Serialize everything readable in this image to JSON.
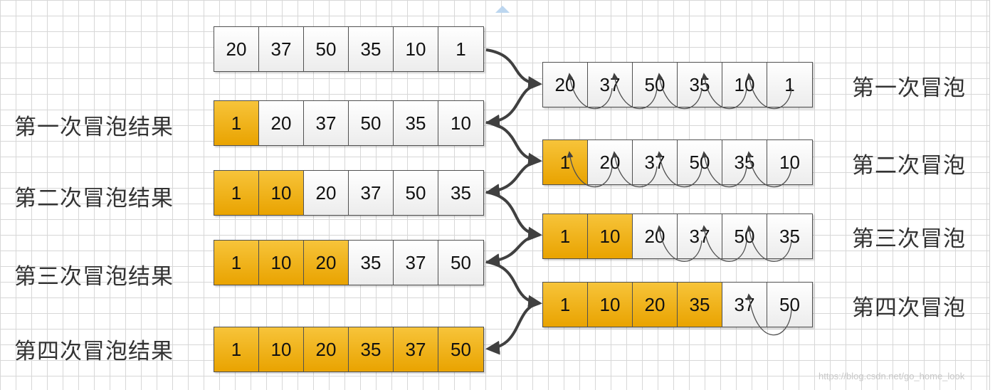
{
  "left_rows": [
    {
      "label": "",
      "cells": [
        "20",
        "37",
        "50",
        "35",
        "10",
        "1"
      ],
      "sorted": 0
    },
    {
      "label": "第一次冒泡结果",
      "cells": [
        "1",
        "20",
        "37",
        "50",
        "35",
        "10"
      ],
      "sorted": 1
    },
    {
      "label": "第二次冒泡结果",
      "cells": [
        "1",
        "10",
        "20",
        "37",
        "50",
        "35"
      ],
      "sorted": 2
    },
    {
      "label": "第三次冒泡结果",
      "cells": [
        "1",
        "10",
        "20",
        "35",
        "37",
        "50"
      ],
      "sorted": 3
    },
    {
      "label": "第四次冒泡结果",
      "cells": [
        "1",
        "10",
        "20",
        "35",
        "37",
        "50"
      ],
      "sorted": 6
    }
  ],
  "right_rows": [
    {
      "label": "第一次冒泡",
      "cells": [
        "20",
        "37",
        "50",
        "35",
        "10",
        "1"
      ],
      "sorted": 0
    },
    {
      "label": "第二次冒泡",
      "cells": [
        "1",
        "20",
        "37",
        "50",
        "35",
        "10"
      ],
      "sorted": 1
    },
    {
      "label": "第三次冒泡",
      "cells": [
        "1",
        "10",
        "20",
        "37",
        "50",
        "35"
      ],
      "sorted": 2
    },
    {
      "label": "第四次冒泡",
      "cells": [
        "1",
        "10",
        "20",
        "35",
        "37",
        "50"
      ],
      "sorted": 4
    }
  ],
  "watermark": "https://blog.csdn.net/go_home_look",
  "colors": {
    "sorted_cell": "#e9a300",
    "unsorted_cell": "#ececec",
    "arrow": "#404040"
  }
}
